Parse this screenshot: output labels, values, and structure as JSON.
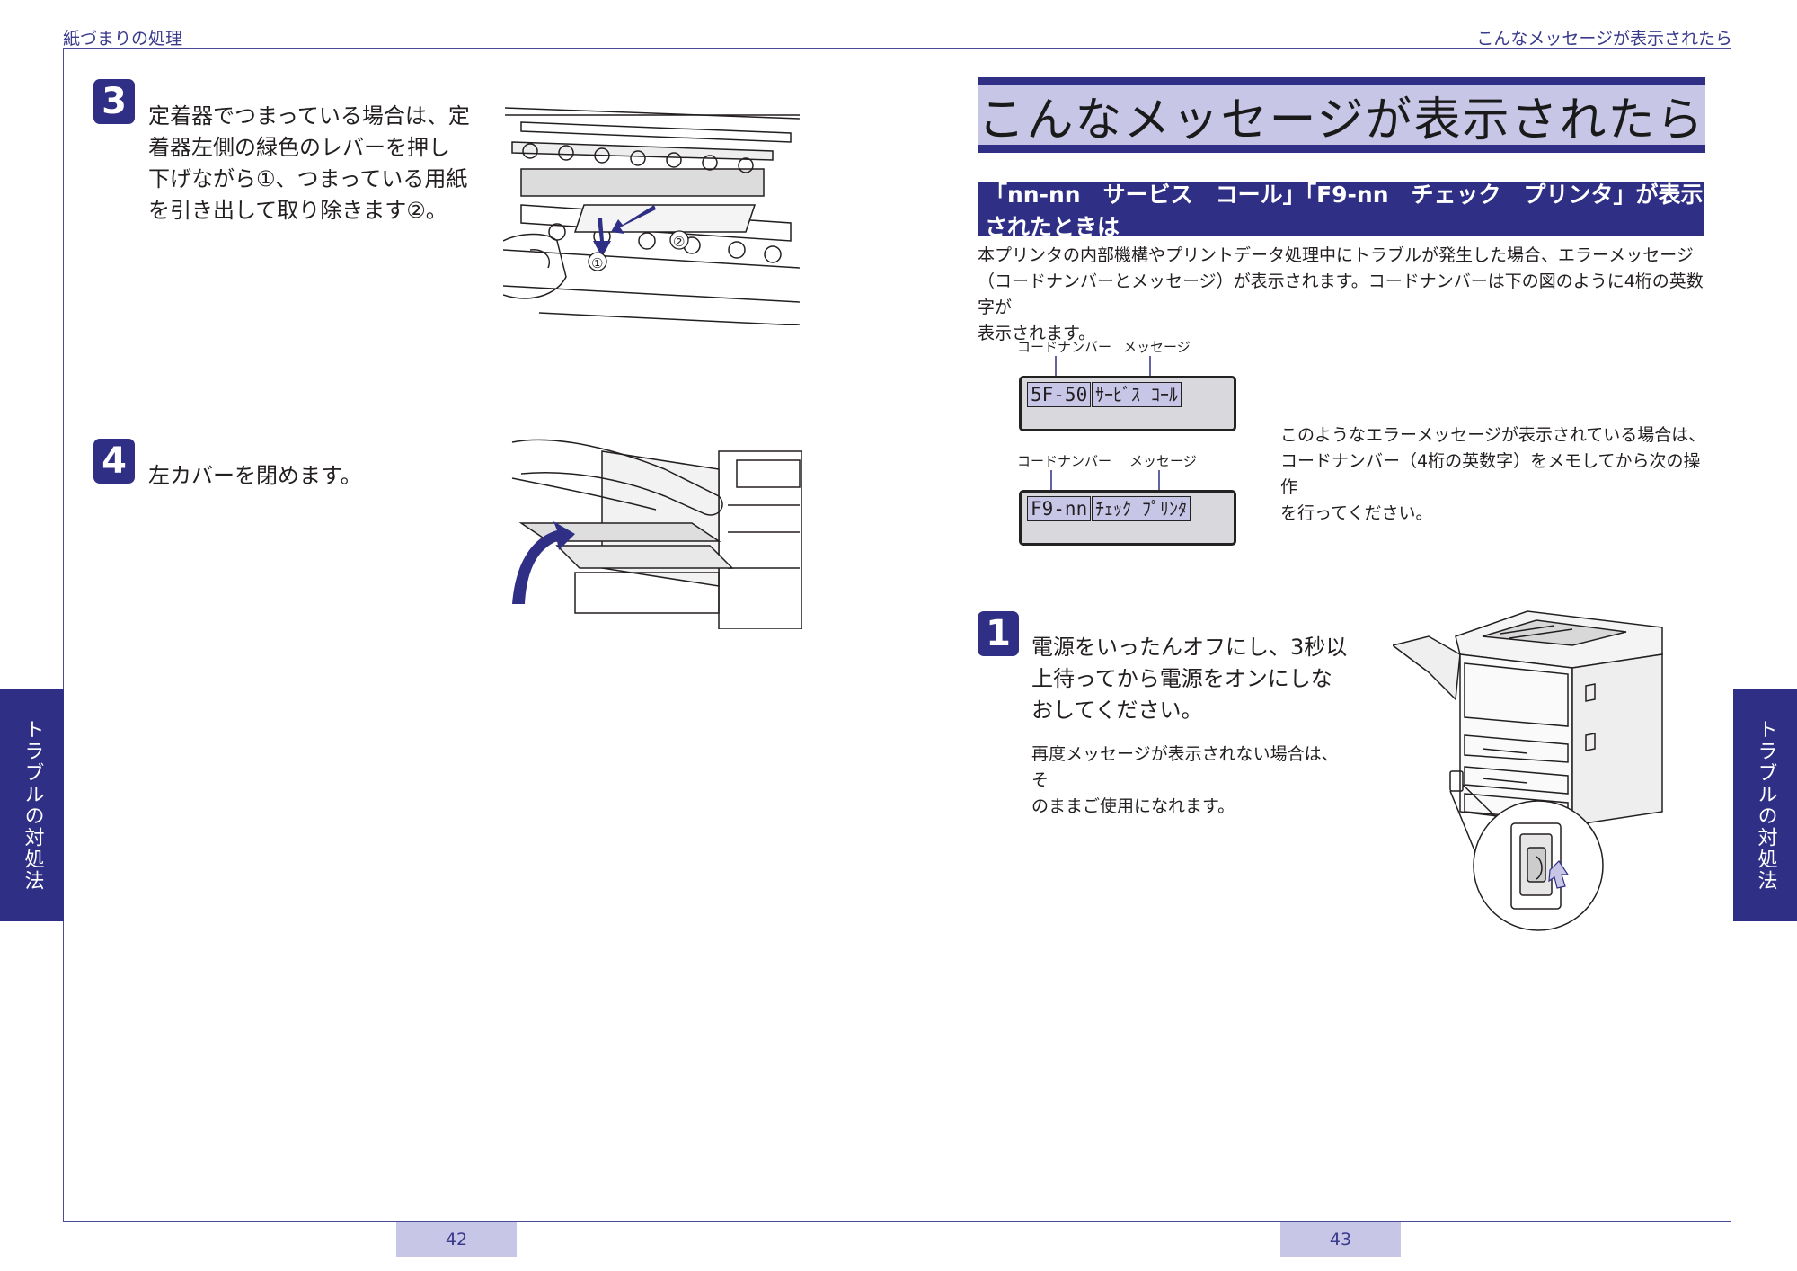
{
  "header": {
    "left": "紙づまりの処理",
    "right": "こんなメッセージが表示されたら"
  },
  "side_tab": {
    "label": "トラブルの対処法"
  },
  "left_page": {
    "step3": {
      "number": "3",
      "lines": [
        "定着器でつまっている場合は、定",
        "着器左側の緑色のレバーを押し",
        "下げながら①、つまっている用紙",
        "を引き出して取り除きます②。"
      ],
      "callout_1": "①",
      "callout_2": "②"
    },
    "step4": {
      "number": "4",
      "text": "左カバーを閉めます。"
    },
    "page_number": "42"
  },
  "right_page": {
    "title": "こんなメッセージが表示されたら",
    "subtitle": "「nn-nn　サービス　コール」「F9-nn　チェック　プリンタ」が表示されたときは",
    "intro_lines": [
      "本プリンタの内部機構やプリントデータ処理中にトラブルが発生した場合、エラーメッセージ",
      "（コードナンバーとメッセージ）が表示されます。コードナンバーは下の図のように4桁の英数字が",
      "表示されます。"
    ],
    "lcd1": {
      "label_code": "コードナンバー",
      "label_msg": "メッセージ",
      "code": "5F-50",
      "message": "ｻｰﾋﾞｽ ｺｰﾙ"
    },
    "lcd2": {
      "label_code": "コードナンバー",
      "label_msg": "メッセージ",
      "code": "F9-nn",
      "message": "ﾁｪｯｸ ﾌﾟﾘﾝﾀ"
    },
    "note_lines": [
      "このようなエラーメッセージが表示されている場合は、",
      "コードナンバー（4桁の英数字）をメモしてから次の操作",
      "を行ってください。"
    ],
    "step1": {
      "number": "1",
      "lines": [
        "電源をいったんオフにし、3秒以",
        "上待ってから電源をオンにしな",
        "おしてください。"
      ],
      "sub_lines": [
        "再度メッセージが表示されない場合は、そ",
        "のままご使用になれます。"
      ]
    },
    "page_number": "43"
  },
  "colors": {
    "navy": "#2f2f86",
    "lavender": "#c8c6e6",
    "header_text": "#3a3a8c"
  }
}
